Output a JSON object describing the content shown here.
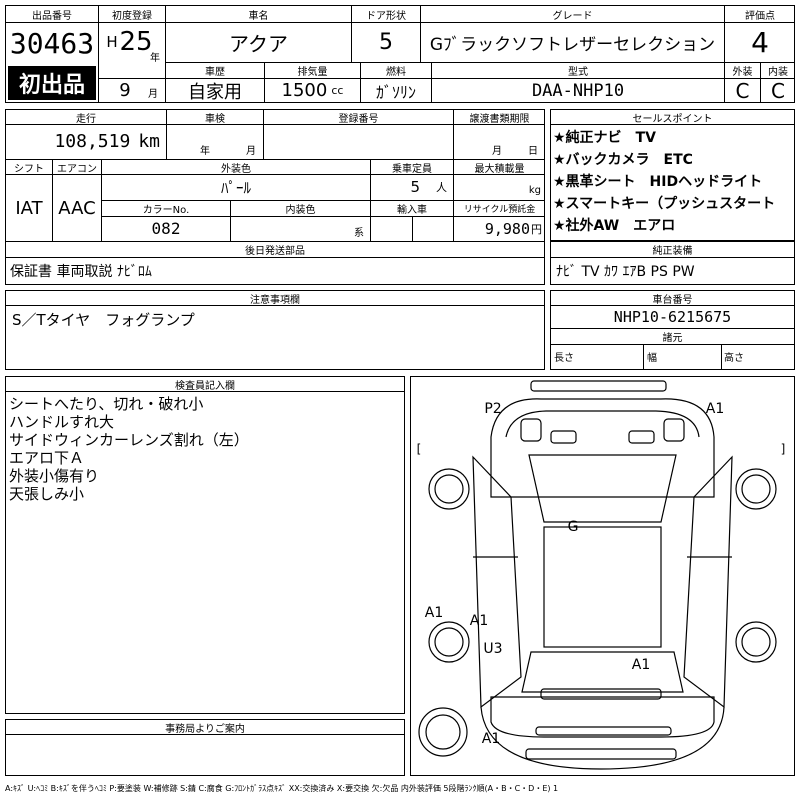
{
  "lot": {
    "label": "出品番号",
    "number": "30463",
    "badge": "初出品"
  },
  "first_reg": {
    "label": "初度登録",
    "era": "H",
    "year": "25",
    "year_unit": "年",
    "month": "9",
    "month_unit": "月"
  },
  "car_name": {
    "label": "車名",
    "value": "アクア"
  },
  "doors": {
    "label": "ドア形状",
    "value": "5"
  },
  "grade": {
    "label": "グレード",
    "value": "Gﾌﾞラックソフトレザーセレクション"
  },
  "score": {
    "label": "評価点",
    "value": "4",
    "ext_label": "外装",
    "int_label": "内装",
    "ext": "C",
    "int": "C"
  },
  "history": {
    "label": "車歴",
    "value": "自家用"
  },
  "displacement": {
    "label": "排気量",
    "value": "1500",
    "unit": "cc"
  },
  "fuel": {
    "label": "燃料",
    "value": "ｶﾞｿﾘﾝ"
  },
  "model": {
    "label": "型式",
    "value": "DAA-NHP10"
  },
  "mileage": {
    "label": "走行",
    "value": "108,519",
    "unit": "km"
  },
  "inspection": {
    "label": "車検",
    "year_unit": "年",
    "month_unit": "月"
  },
  "reg_no": {
    "label": "登録番号"
  },
  "transfer": {
    "label": "譲渡書類期限",
    "month_unit": "月",
    "day_unit": "日"
  },
  "shift": {
    "label": "シフト",
    "value": "IAT"
  },
  "aircon": {
    "label": "エアコン",
    "value": "AAC"
  },
  "ext_color": {
    "label": "外装色",
    "value": "ﾊﾟｰﾙ"
  },
  "capacity": {
    "label": "乗車定員",
    "value": "5",
    "unit": "人"
  },
  "max_load": {
    "label": "最大積載量",
    "unit": "kg"
  },
  "color_no": {
    "label": "カラーNo.",
    "value": "082"
  },
  "int_color": {
    "label": "内装色",
    "unit": "系"
  },
  "import": {
    "label": "輸入車"
  },
  "recycle": {
    "label": "リサイクル預託金",
    "value": "9,980",
    "unit": "円"
  },
  "post_parts": {
    "label": "後日発送部品",
    "value": "保証書 車両取説 ﾅﾋﾞﾛﾑ"
  },
  "notes": {
    "label": "注意事項欄",
    "value": "S／Tタイヤ　フォグランプ"
  },
  "sales": {
    "label": "セールスポイント",
    "items": [
      "★純正ナビ　TV",
      "★バックカメラ　ETC",
      "★黒革シート　HIDヘッドライト",
      "★スマートキー（プッシュスタート",
      "★社外AW　エアロ"
    ]
  },
  "equipment": {
    "label": "純正装備",
    "value": "ﾅﾋﾞ TV ｶﾜ ｴｱB PS PW"
  },
  "chassis": {
    "label": "車台番号",
    "value": "NHP10-6215675"
  },
  "specs": {
    "label": "諸元",
    "length": "長さ",
    "width": "幅",
    "height": "高さ"
  },
  "inspector": {
    "label": "検査員記入欄",
    "lines": [
      "シートへたり、切れ・破れ小",
      "ハンドルすれ大",
      "サイドウィンカーレンズ割れ（左）",
      "エアロ下Ａ",
      "外装小傷有り",
      "天張しみ小"
    ]
  },
  "office": {
    "label": "事務局よりご案内"
  },
  "diagram": {
    "marks": [
      "P2",
      "A1",
      "G",
      "A1",
      "A1",
      "U3",
      "A1",
      "A1"
    ],
    "bracket_open": "[",
    "bracket_close": "]"
  },
  "legend": "A:ｷｽﾞ U:ﾍｺﾐ B:ｷｽﾞを伴うﾍｺﾐ P:要塗装 W:補修跡 S:錆 C:腐食 G:ﾌﾛﾝﾄｶﾞﾗｽ点ｷｽﾞ XX:交換済み X:要交換 欠:欠品 内外装評価 5段階ﾗﾝｸ順(A・B・C・D・E) 1"
}
